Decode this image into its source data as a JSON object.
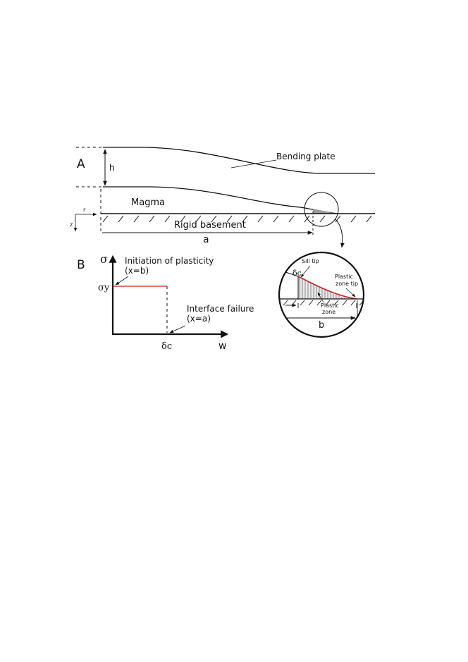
{
  "panel_a": {
    "label": "A",
    "thickness_label": "h",
    "plate_label": "Bending plate",
    "magma_label": "Magma",
    "basement_label": "Rigid basement",
    "extent_label": "a",
    "axis_r_label": "r",
    "axis_z_label": "z"
  },
  "panel_b": {
    "label": "B",
    "y_axis_symbol": "σ",
    "x_axis_symbol": "w",
    "yield_symbol": "σy",
    "critical_symbol": "δc",
    "plasticity_title": "Initiation of plasticity",
    "plasticity_condition": "(x=b)",
    "failure_title": "Interface failure",
    "failure_condition": "(x=a)"
  },
  "inset": {
    "critical_symbol": "δc",
    "sill_tip_label": "Sill tip",
    "plastic_tip_line1": "Plastic",
    "plastic_tip_line2": "zone tip",
    "plastic_zone_line1": "Plastic",
    "plastic_zone_line2": "zone",
    "extent_label": "b"
  },
  "colors": {
    "ink": "#111111",
    "accent_red": "#d42020",
    "hatch_gray": "#808080"
  }
}
